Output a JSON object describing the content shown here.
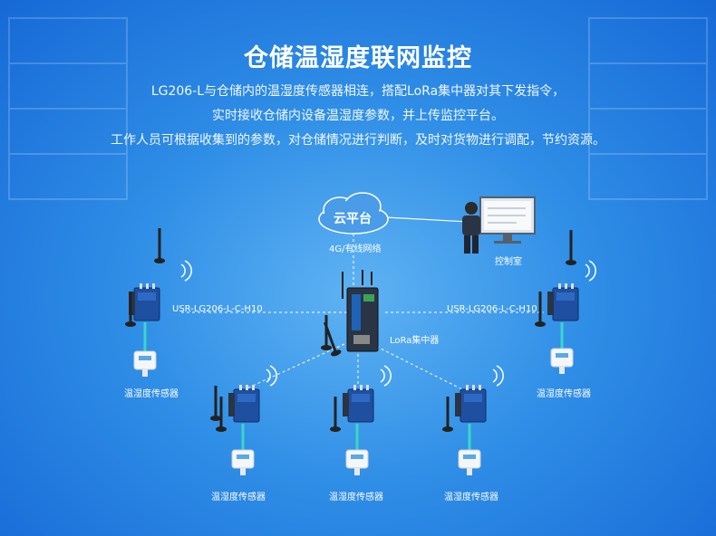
{
  "title": "仓储温湿度联网监控",
  "description": [
    "LG206-L与仓储内的温湿度传感器相连，搭配LoRa集中器对其下发指令，",
    "实时接收仓储内设备温湿度参数，并上传监控平台。",
    "工作人员可根据收集到的参数，对仓储情况进行判断，及时对货物进行调配，节约资源。"
  ],
  "cloud": {
    "label": "云平台",
    "network": "4G/有线网络"
  },
  "control_room": "控制室",
  "concentrator": "LoRa集中器",
  "device_model": "USR-LG206-L-C-H10",
  "sensor_label": "温湿度传感器",
  "colors": {
    "background": "#2f8ee6",
    "cloud": "#4a9be8",
    "device": "#1f4fa0",
    "sensor_line": "#3ad6c8"
  }
}
